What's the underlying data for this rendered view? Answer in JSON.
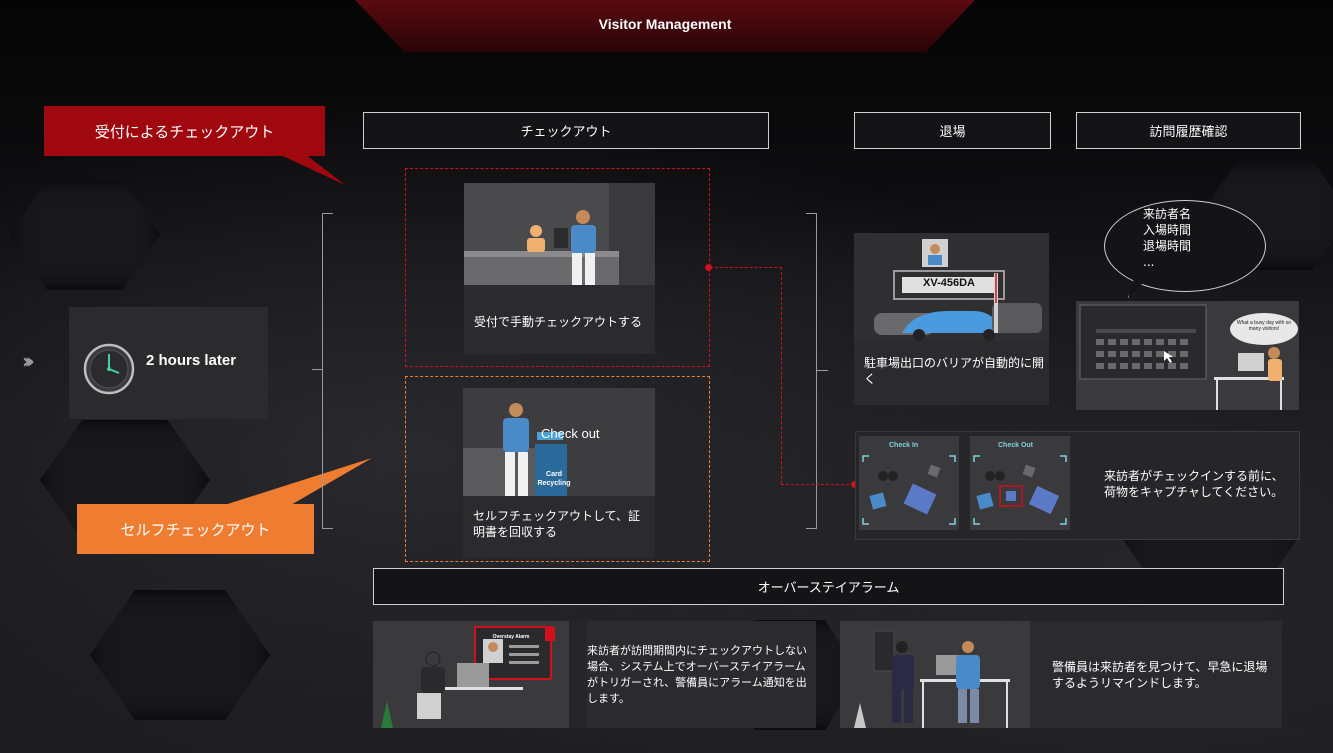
{
  "header": {
    "title": "Visitor Management"
  },
  "callouts": {
    "reception_checkout": "受付によるチェックアウト",
    "self_checkout": "セルフチェックアウト"
  },
  "sections": {
    "checkout": "チェックアウト",
    "exit": "退場",
    "history": "訪問履歴確認",
    "overstay": "オーバーステイアラーム"
  },
  "timer": {
    "label": "2 hours later"
  },
  "cards": {
    "manual_checkout": "受付で手動チェックアウトする",
    "self_checkout": "セルフチェックアウトして、証明書を回収する",
    "self_checkout_sign": "Check out",
    "card_recycling": "Card Recycling",
    "parking_barrier": "駐車場出口のバリアが自動的に開く",
    "plate": "XV-456DA",
    "capture": "来訪者がチェックインする前に、荷物をキャプチャしてください。",
    "check_in_label": "Check In",
    "check_out_label": "Check Out",
    "bubble_lines": [
      "来訪者名",
      "入場時間",
      "退場時間",
      "..."
    ],
    "busy_bubble": "What a busy day with so many visitors!",
    "overstay_alarm": "来訪者が訪問期間内にチェックアウトしない場合、システム上でオーバーステイアラームがトリガーされ、警備員にアラーム通知を出します。",
    "overstay_popup": "Overstay Alarm",
    "guard_remind": "警備員は来訪者を見つけて、早急に退場するようリマインドします。"
  },
  "colors": {
    "red": "#a0080f",
    "orange": "#ee7d31",
    "dashed_red": "#d0101a",
    "card": "#2b2b2d"
  }
}
